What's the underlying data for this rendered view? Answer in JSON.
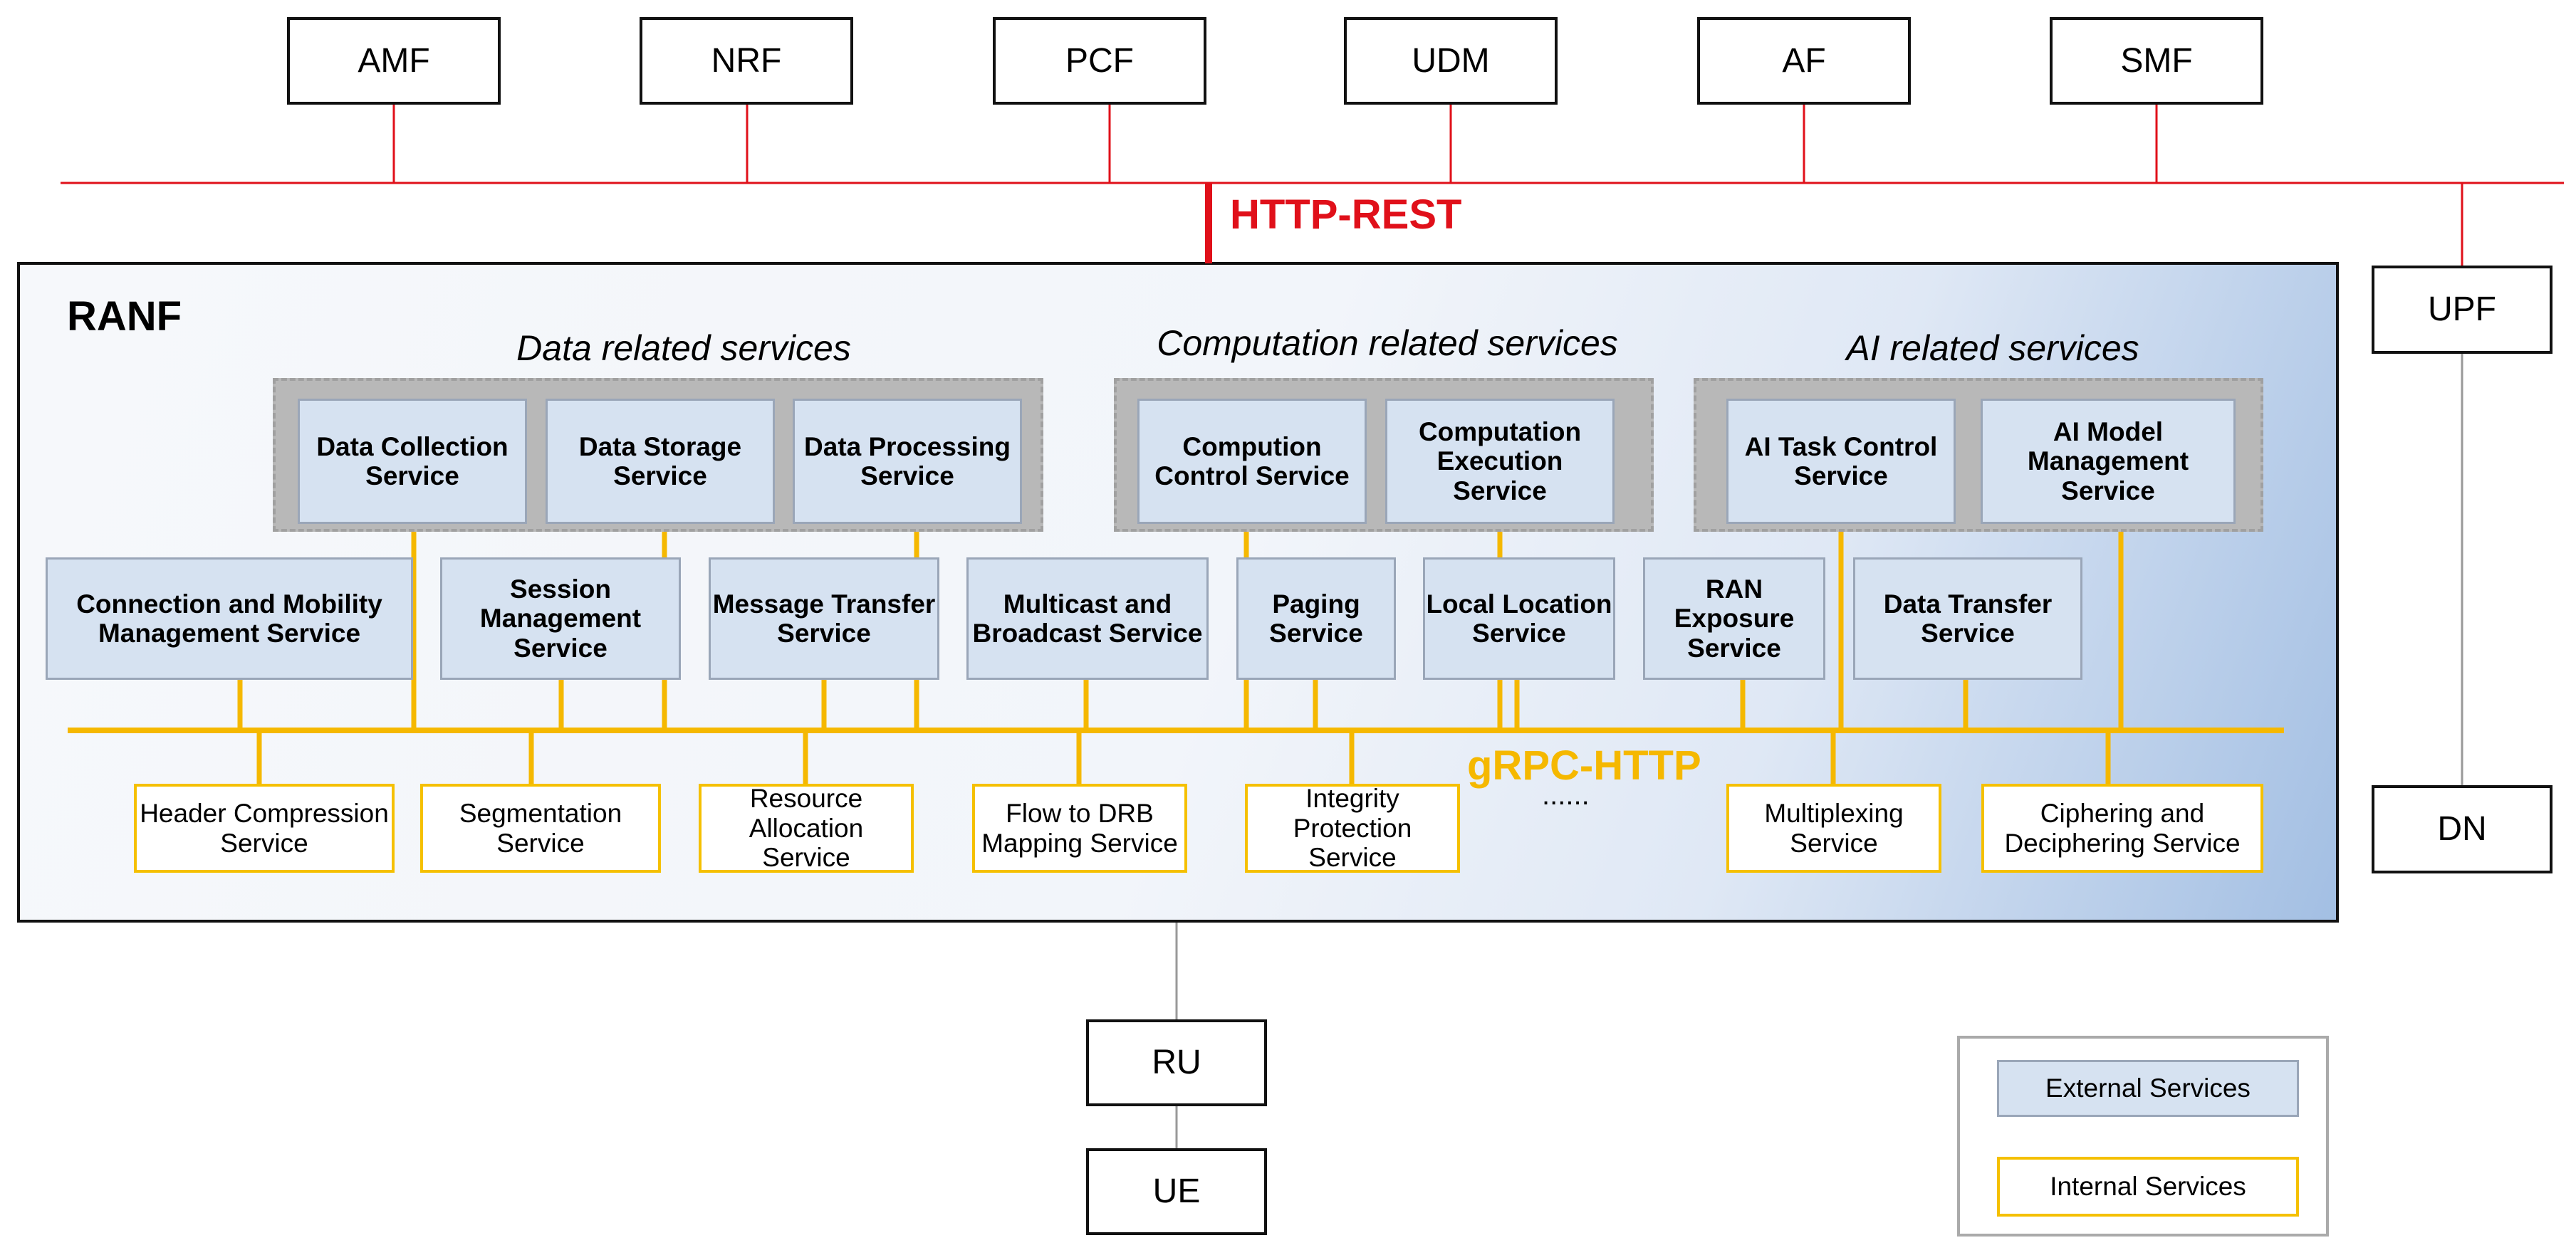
{
  "colors": {
    "http_rest": "#e0101a",
    "grpc_http": "#f5b800",
    "external_fill": "#d6e2f1",
    "internal_border": "#f5c000",
    "group_fill": "#b8b8b8"
  },
  "bus_labels": {
    "http_rest": "HTTP-REST",
    "grpc_http": "gRPC-HTTP"
  },
  "network_functions": {
    "amf": "AMF",
    "nrf": "NRF",
    "pcf": "PCF",
    "udm": "UDM",
    "af": "AF",
    "smf": "SMF",
    "upf": "UPF",
    "dn": "DN",
    "ru": "RU",
    "ue": "UE"
  },
  "ranf": {
    "title": "RANF",
    "groups": {
      "data": {
        "title": "Data related services",
        "services": [
          "Data Collection Service",
          "Data Storage Service",
          "Data Processing Service"
        ]
      },
      "computation": {
        "title": "Computation related services",
        "services": [
          "Compution Control Service",
          "Computation Execution Service"
        ]
      },
      "ai": {
        "title": "AI related services",
        "services": [
          "AI Task Control Service",
          "AI Model Management Service"
        ]
      }
    },
    "external_services": [
      "Connection and Mobility Management Service",
      "Session Management Service",
      "Message Transfer Service",
      "Multicast and Broadcast Service",
      "Paging Service",
      "Local Location Service",
      "RAN Exposure Service",
      "Data Transfer Service"
    ],
    "internal_services": [
      "Header Compression Service",
      "Segmentation Service",
      "Resource Allocation Service",
      "Flow to DRB Mapping Service",
      "Integrity Protection Service",
      "Multiplexing Service",
      "Ciphering and Deciphering Service"
    ],
    "ellipsis": "......"
  },
  "legend": {
    "external": "External Services",
    "internal": "Internal Services"
  }
}
